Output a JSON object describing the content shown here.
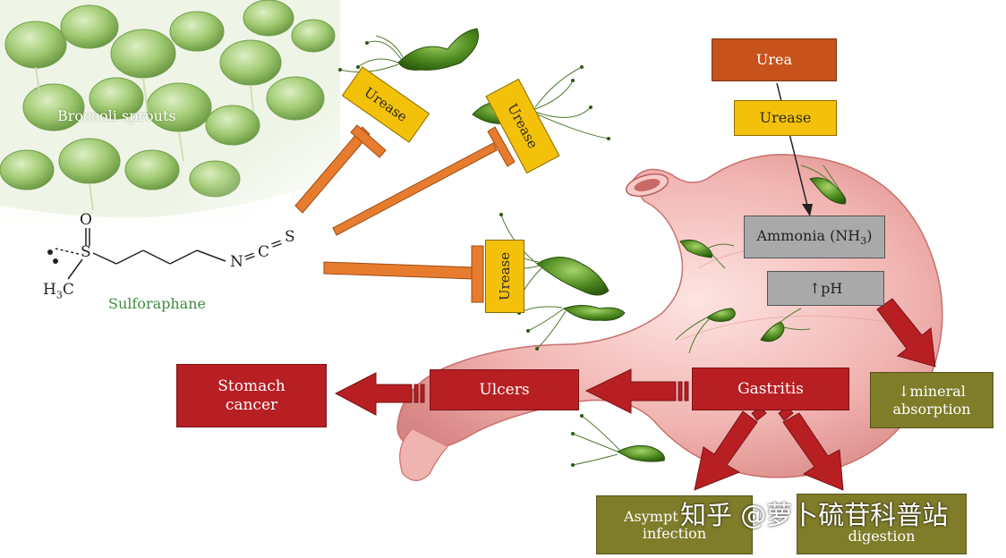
{
  "labels": {
    "broccoli": "Broccoli sprouts",
    "sulforaphane": "Sulforaphane",
    "urease": "Urease"
  },
  "molecule": {
    "oxygen": "O",
    "sulfur": "S",
    "methyl": "H",
    "methyl_sub": "3",
    "methyl_c": "C",
    "nitrogen": "N",
    "eq1": "=",
    "carbon": "C",
    "eq2": "=",
    "sulfur2": "S"
  },
  "pathway": {
    "urea": "Urea",
    "urease": "Urease",
    "ammonia_pre": "Ammonia (NH",
    "ammonia_sub": "3",
    "ammonia_post": ")",
    "ph": "↑pH",
    "mineral_line1": "↓mineral",
    "mineral_line2": "absorption",
    "gastritis": "Gastritis",
    "ulcers": "Ulcers",
    "cancer_line1": "Stomach",
    "cancer_line2": "cancer",
    "asymp_line1": "Asympt",
    "asymp_line2": "infection",
    "digest_line2": "digestion"
  },
  "watermark": "知乎 @萝卜硫苷科普站",
  "colors": {
    "red": "#b71f23",
    "olive": "#7f7c2a",
    "orange_inhibitor": "#e87c2e",
    "yellow": "#f4c10a",
    "urea_box": "#c8521c",
    "stomach": "#eeb0ae",
    "bacteria": "#4e8a1f",
    "broccoli": "#8fbf62"
  }
}
